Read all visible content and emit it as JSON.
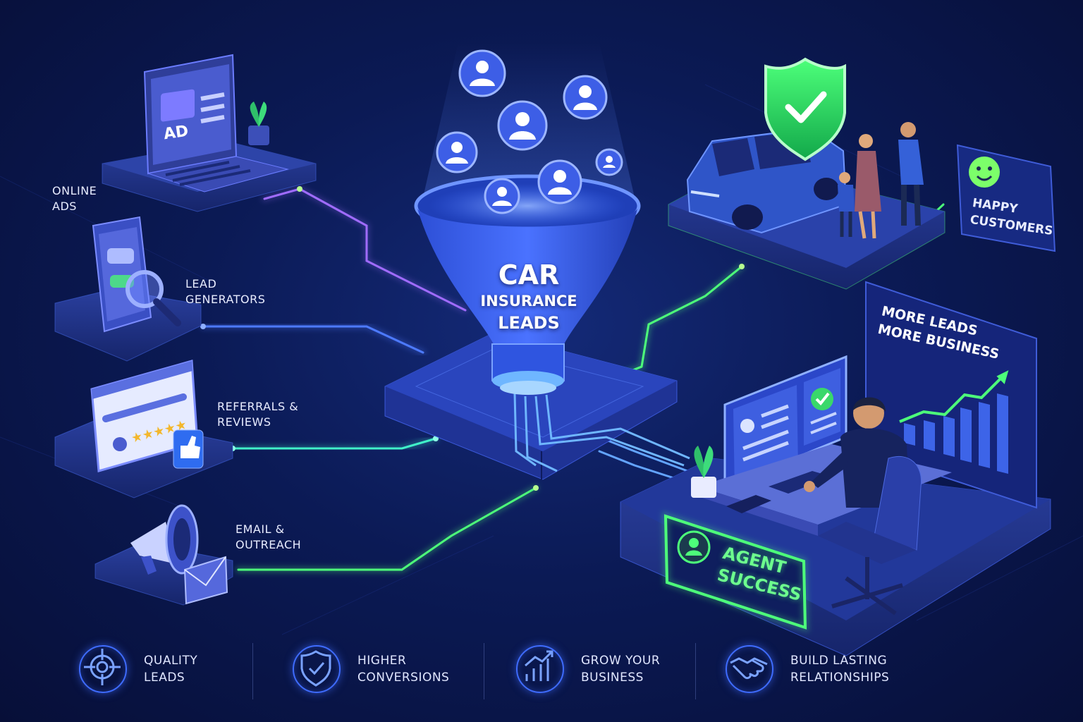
{
  "sources": [
    {
      "id": "online-ads",
      "lines": [
        "ONLINE",
        "ADS"
      ],
      "screen_badge": "AD"
    },
    {
      "id": "lead-generators",
      "lines": [
        "LEAD",
        "GENERATORS"
      ]
    },
    {
      "id": "referrals",
      "lines": [
        "REFERRALS &",
        "REVIEWS"
      ]
    },
    {
      "id": "email",
      "lines": [
        "EMAIL &",
        "OUTREACH"
      ]
    }
  ],
  "funnel": {
    "line1": "CAR",
    "line2": "INSURANCE",
    "line3": "LEADS"
  },
  "happy": {
    "lines": [
      "HAPPY",
      "CUSTOMERS"
    ]
  },
  "chart_banner": {
    "lines": [
      "MORE LEADS",
      "MORE BUSINESS"
    ]
  },
  "agent": {
    "lines": [
      "AGENT",
      "SUCCESS"
    ]
  },
  "benefits": [
    {
      "icon": "target-icon",
      "lines": [
        "QUALITY",
        "LEADS"
      ]
    },
    {
      "icon": "shield-check-icon",
      "lines": [
        "HIGHER",
        "CONVERSIONS"
      ]
    },
    {
      "icon": "growth-chart-icon",
      "lines": [
        "GROW YOUR",
        "BUSINESS"
      ]
    },
    {
      "icon": "handshake-icon",
      "lines": [
        "BUILD LASTING",
        "RELATIONSHIPS"
      ]
    }
  ],
  "colors": {
    "accent_blue": "#3f6cff",
    "accent_green": "#4dff7a",
    "accent_purple": "#9b5cff",
    "bg": "#0b1a55"
  }
}
